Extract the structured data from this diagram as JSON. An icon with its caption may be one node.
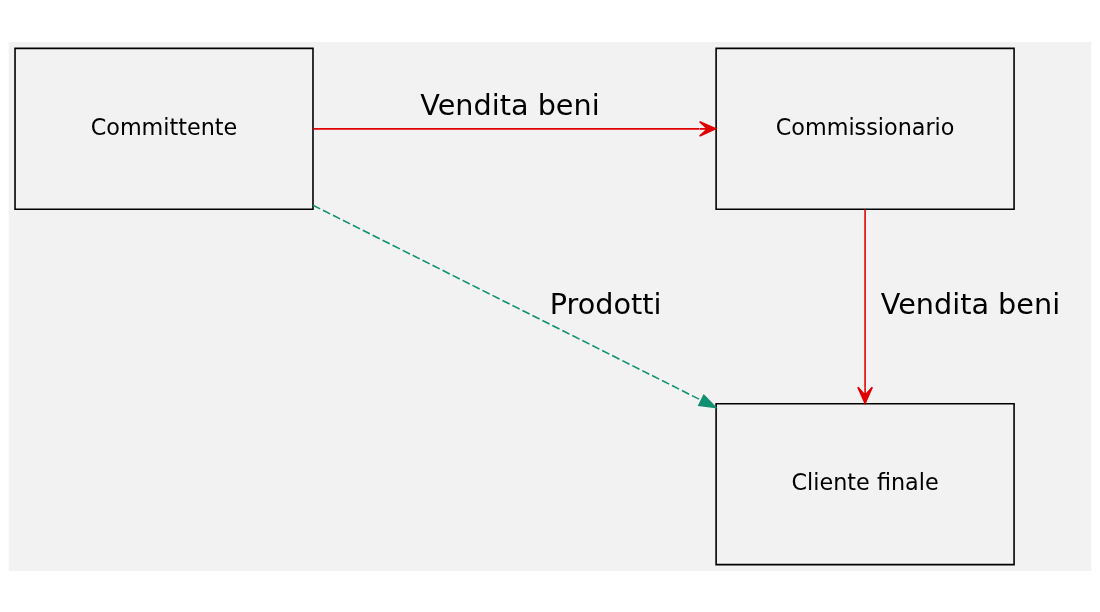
{
  "diagram": {
    "nodes": [
      {
        "text": [
          "Committente"
        ]
      },
      {
        "text": [
          "Commissionario"
        ]
      },
      {
        "text": [
          "Cliente finale"
        ]
      }
    ],
    "edges": [
      {
        "from": 0,
        "to": 1,
        "arrow": "to",
        "label": "Vendita beni",
        "color": "#e00000"
      },
      {
        "from": 1,
        "to": 2,
        "arrow": "to",
        "label": "Vendita beni",
        "color": "#e00000"
      },
      {
        "from": 0,
        "to": 2,
        "arrow": "to",
        "label": "Prodotti",
        "style": "dashed",
        "color": "#109070"
      }
    ]
  }
}
